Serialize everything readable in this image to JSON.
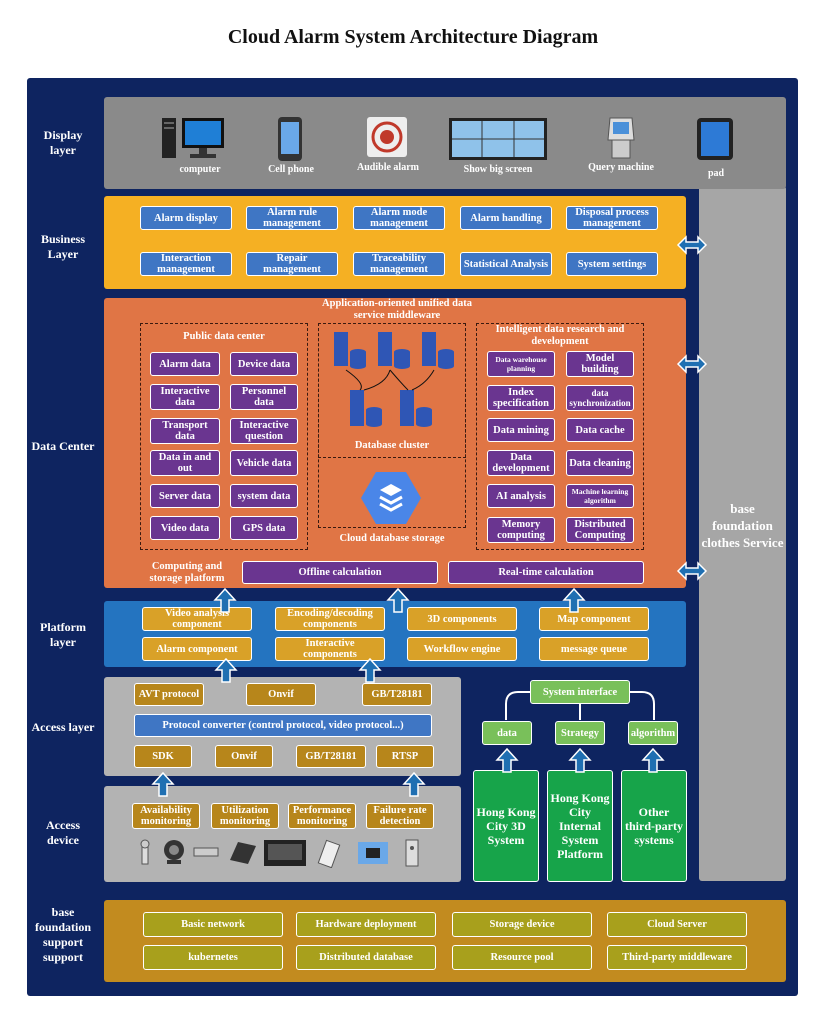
{
  "title": "Cloud Alarm System Architecture Diagram",
  "layers": {
    "display": "Display layer",
    "business": "Business Layer",
    "data_center": "Data Center",
    "platform": "Platform layer",
    "access": "Access layer",
    "access_device": "Access device",
    "foundation": "base foundation support support"
  },
  "display_devices": [
    "computer",
    "Cell phone",
    "Audible alarm",
    "Show big screen",
    "Query machine",
    "pad"
  ],
  "business": [
    "Alarm display",
    "Alarm rule management",
    "Alarm mode management",
    "Alarm handling",
    "Disposal process management",
    "Interaction management",
    "Repair management",
    "Traceability management",
    "Statistical Analysis",
    "System settings"
  ],
  "data_center": {
    "middleware_title": "Application-oriented unified data service middleware",
    "public_title": "Public data center",
    "public": [
      "Alarm data",
      "Device data",
      "Interactive data",
      "Personnel data",
      "Transport data",
      "Interactive question",
      "Data in and out",
      "Vehicle data",
      "Server data",
      "system data",
      "Video data",
      "GPS data"
    ],
    "cluster": "Database cluster",
    "cloud_storage": "Cloud database storage",
    "intel_title": "Intelligent data research and development",
    "intel": [
      "Data warehouse planning",
      "Model building",
      "Index specification",
      "data synchronization",
      "Data mining",
      "Data cache",
      "Data development",
      "Data cleaning",
      "AI analysis",
      "Machine learning algorithm",
      "Memory computing",
      "Distributed Computing"
    ],
    "compute_label": "Computing and storage platform",
    "offline": "Offline calculation",
    "realtime": "Real-time calculation"
  },
  "platform": [
    "Video analysis component",
    "Encoding/decoding components",
    "3D components",
    "Map component",
    "Alarm component",
    "Interactive components",
    "Workflow engine",
    "message queue"
  ],
  "access": {
    "top": [
      "AVT protocol",
      "Onvif",
      "GB/T28181"
    ],
    "converter": "Protocol converter (control protocol, video protocol...)",
    "bottom": [
      "SDK",
      "Onvif",
      "GB/T28181",
      "RTSP"
    ]
  },
  "access_device": [
    "Availability monitoring",
    "Utilization monitoring",
    "Performance monitoring",
    "Failure rate detection"
  ],
  "system_interface": {
    "title": "System interface",
    "items": [
      "data",
      "Strategy",
      "algorithm"
    ],
    "systems": [
      "Hong Kong City 3D System",
      "Hong Kong City Internal System Platform",
      "Other third-party systems"
    ]
  },
  "base_service": "base foundation clothes Service",
  "foundation": [
    "Basic network",
    "Hardware deployment",
    "Storage device",
    "Cloud Server",
    "kubernetes",
    "Distributed database",
    "Resource pool",
    "Third-party middleware"
  ],
  "colors": {
    "frame": "#0e2460",
    "display_band": "#8a8a8a",
    "business_band": "#f5b023",
    "data_band": "#e07545",
    "platform_band": "#2474c0",
    "access_band": "#b3b3b3",
    "foundation_band": "#c28b1f",
    "service_column": "#a6a6a6"
  }
}
